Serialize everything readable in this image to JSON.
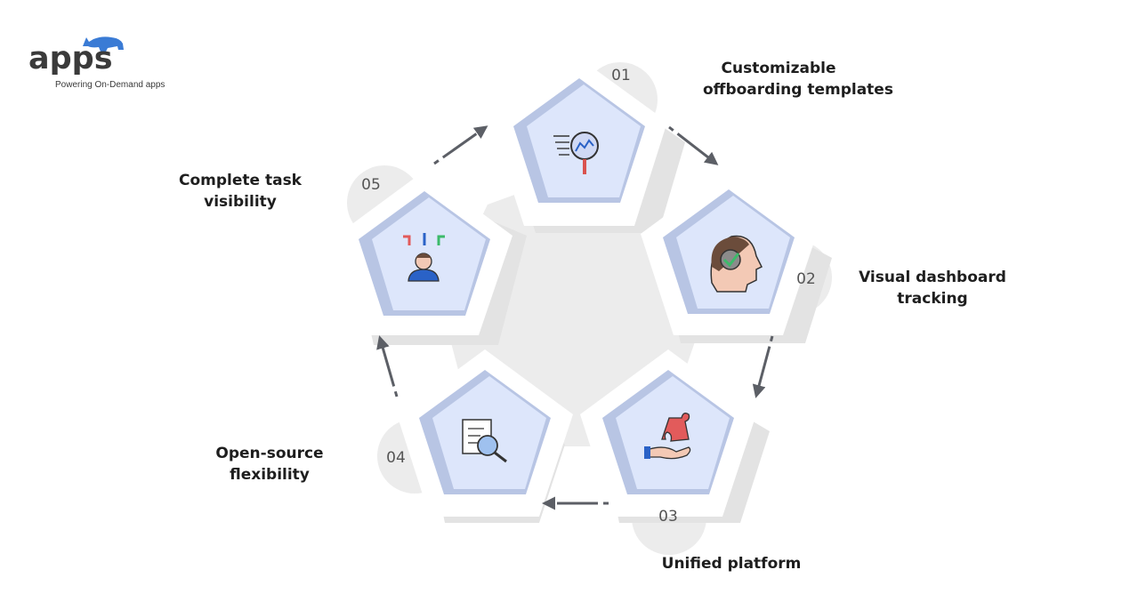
{
  "brand": {
    "name": "apps",
    "tagline": "Powering On-Demand apps"
  },
  "steps": [
    {
      "number": "01",
      "title_lines": [
        "Customizable",
        "offboarding templates"
      ],
      "icon": "magnifier-chart-icon"
    },
    {
      "number": "02",
      "title_lines": [
        "Visual dashboard",
        "tracking"
      ],
      "icon": "head-gear-icon"
    },
    {
      "number": "03",
      "title_lines": [
        "Unified platform"
      ],
      "icon": "hand-puzzle-icon"
    },
    {
      "number": "04",
      "title_lines": [
        "Open-source",
        "flexibility"
      ],
      "icon": "document-search-icon"
    },
    {
      "number": "05",
      "title_lines": [
        "Complete task",
        "visibility"
      ],
      "icon": "person-direction-arrows-icon"
    }
  ],
  "colors": {
    "tile_fill": "#dde6fb",
    "tile_shade": "#b8c5e4",
    "shadow": "#e4e4e4",
    "center": "#ececec",
    "number_disc": "#ececec",
    "arrow": "#5c5f66",
    "text": "#1e1e1e"
  }
}
